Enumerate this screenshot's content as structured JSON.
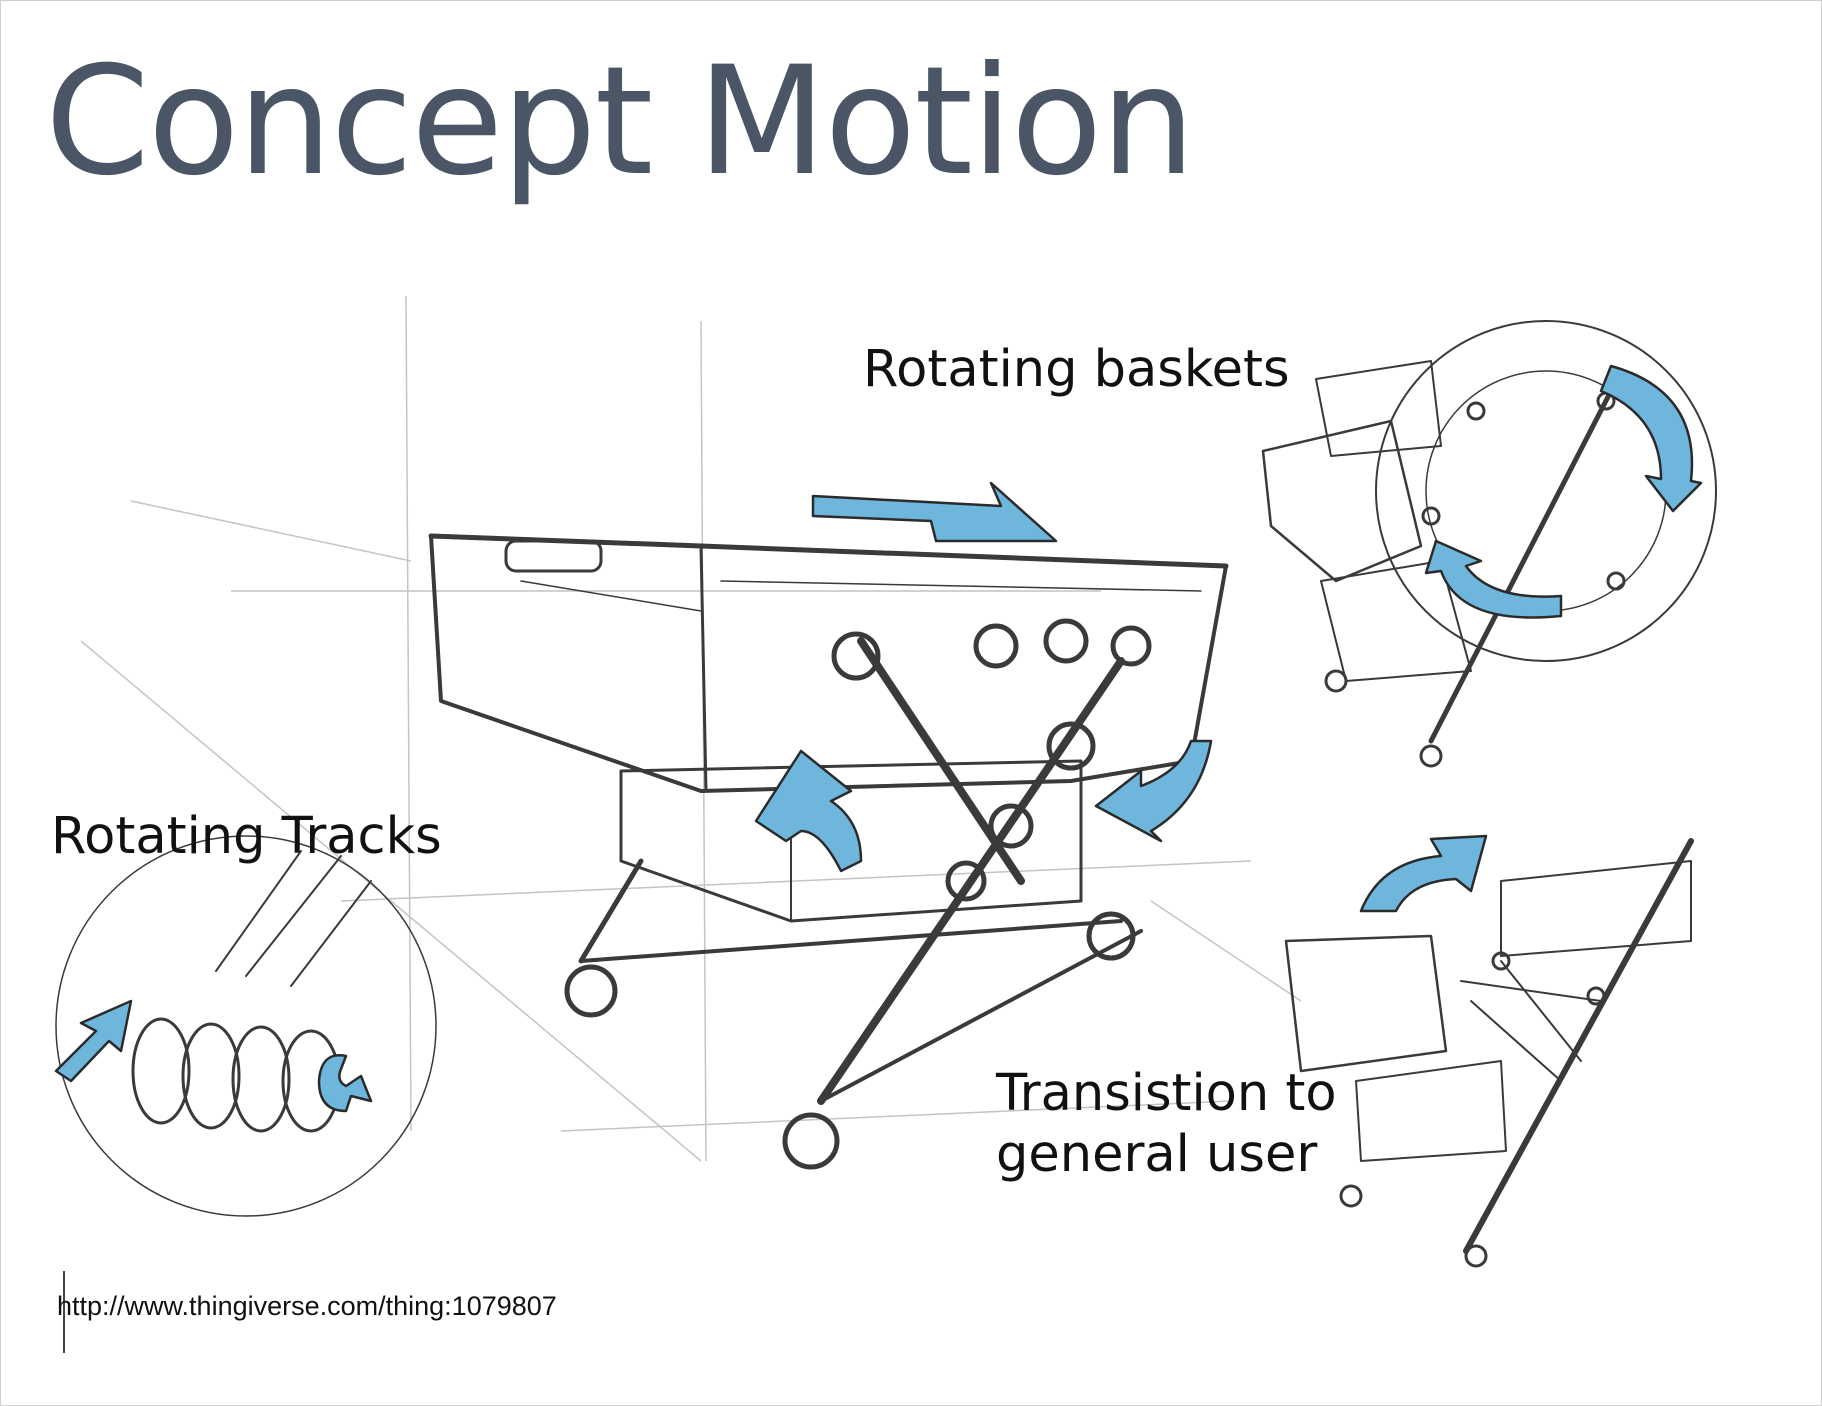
{
  "slide": {
    "title": "Concept Motion",
    "labels": {
      "rotating_baskets": "Rotating baskets",
      "rotating_tracks": "Rotating Tracks",
      "transition_line1": "Transistion to",
      "transition_line2": "general user"
    },
    "source_url": "http://www.thingiverse.com/thing:1079807"
  },
  "colors": {
    "title": "#4a5565",
    "arrow_fill": "#6fb6dc",
    "pencil": "#3a3a3a"
  },
  "icons": {
    "arrows": "blue-motion-arrow-icon"
  }
}
